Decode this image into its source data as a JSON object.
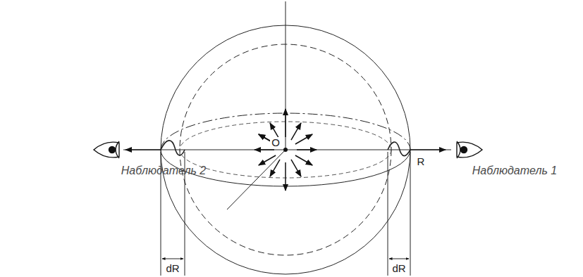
{
  "diagram": {
    "labels": [
      "Наблюдатель 2",
      "Наблюдатель 1",
      "O",
      "R",
      "dR",
      "dR"
    ]
  }
}
